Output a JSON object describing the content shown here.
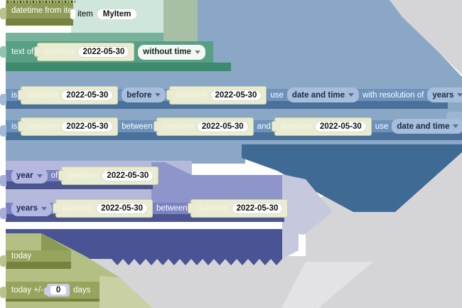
{
  "app": "blockly-datetime-blocks",
  "colors": {
    "olive": "#8e9c58",
    "olive2": "#96a45d",
    "olive_dark": "#75833f",
    "olive_light": "#b3bf83",
    "olive_pale": "#c9d1a4",
    "olive_wedge": "#8b9a55",
    "olive_top": "#a9b36f",
    "teal": "#57a083",
    "teal_dark": "#3d8a6e",
    "mint": "#cfe6da",
    "green_gray": "#a9bfa5",
    "teal_region": "#79b29c",
    "blue": "#6d92bc",
    "blue_dark": "#4a719b",
    "blue_bg": "#8aa7c6",
    "blue_funnel": "#3e6a94",
    "purple": "#7a82c2",
    "purple_dark": "#4d5590",
    "purple_bg": "#b5b9dc",
    "purple_mid": "#8e95cb",
    "navy": "#4a5494",
    "lavender": "#c6c8de",
    "cream": "#e9ecd2",
    "cream_border": "#c6cd9e",
    "cream_label": "#f7f4dd",
    "gray": "#d5d5d7",
    "gray_light": "#e3e3e5",
    "dd_blue": "#a6bedb",
    "dd_purple": "#b2b8e2",
    "dd_white": "#f3f8f3",
    "num_holder": "#c7cce9"
  },
  "blocks": {
    "datetime_from_item": {
      "label": "datetime from item",
      "item_label": "item",
      "item_value": "MyItem"
    },
    "text_of": {
      "label": "text of",
      "dt_label": "datetime",
      "dt_value": "2022-05-30",
      "format_option": "without time"
    },
    "is_before": {
      "prefix": "is",
      "dt1_label": "datetime",
      "dt1_value": "2022-05-30",
      "comparator": "before",
      "dt2_label": "datetime",
      "dt2_value": "2022-05-30",
      "use_label": "use",
      "use_option": "date and time",
      "resolution_label": "with resolution of",
      "resolution_option": "years"
    },
    "is_between": {
      "prefix": "is",
      "dt1_label": "datetime",
      "dt1_value": "2022-05-30",
      "middle": "between",
      "dt2_label": "datetime",
      "dt2_value": "2022-05-30",
      "and_label": "and",
      "dt3_label": "datetime",
      "dt3_value": "2022-05-30",
      "use_label": "use",
      "use_option": "date and time"
    },
    "unit_of": {
      "unit_option": "year",
      "of_label": "of",
      "dt_label": "datetime",
      "dt_value": "2022-05-30"
    },
    "units_between": {
      "unit_option": "years",
      "dt1_label": "datetime",
      "dt1_value": "2022-05-30",
      "middle": "between",
      "dt2_label": "datetime",
      "dt2_value": "2022-05-30"
    },
    "today": {
      "label": "today"
    },
    "today_offset": {
      "label": "today +/-",
      "value": "0",
      "suffix": "days"
    }
  }
}
